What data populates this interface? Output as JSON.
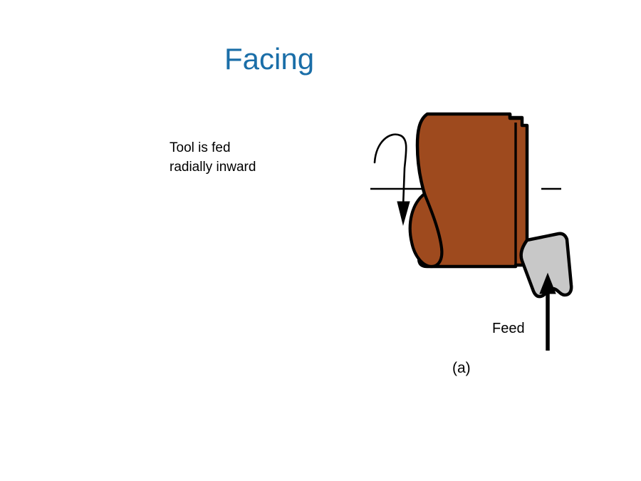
{
  "slide": {
    "title": "Facing",
    "title_color": "#1a6ea8",
    "background_color": "#ffffff"
  },
  "annotation": {
    "text": "Tool is fed\nradially inward",
    "color": "#000000"
  },
  "diagram": {
    "name": "facing-lathe-operation-diagram",
    "workpiece": {
      "label": "workpiece",
      "fill_color": "#9e4a1e",
      "outline_color": "#000000"
    },
    "chip": {
      "label": "chip",
      "fill_color": "#9e4a1e",
      "outline_color": "#000000"
    },
    "cutting_tool": {
      "label": "cutting-tool",
      "fill_color": "#c8c8c8",
      "outline_color": "#000000"
    },
    "rotation_arrow": {
      "label": "rotation-direction-arrow",
      "color": "#000000"
    },
    "centerline": {
      "label": "axis-centerline",
      "color": "#000000"
    },
    "feed_arrow": {
      "label": "feed-direction-arrow",
      "color": "#000000"
    }
  },
  "labels": {
    "feed": "Feed",
    "caption": "(a)"
  }
}
